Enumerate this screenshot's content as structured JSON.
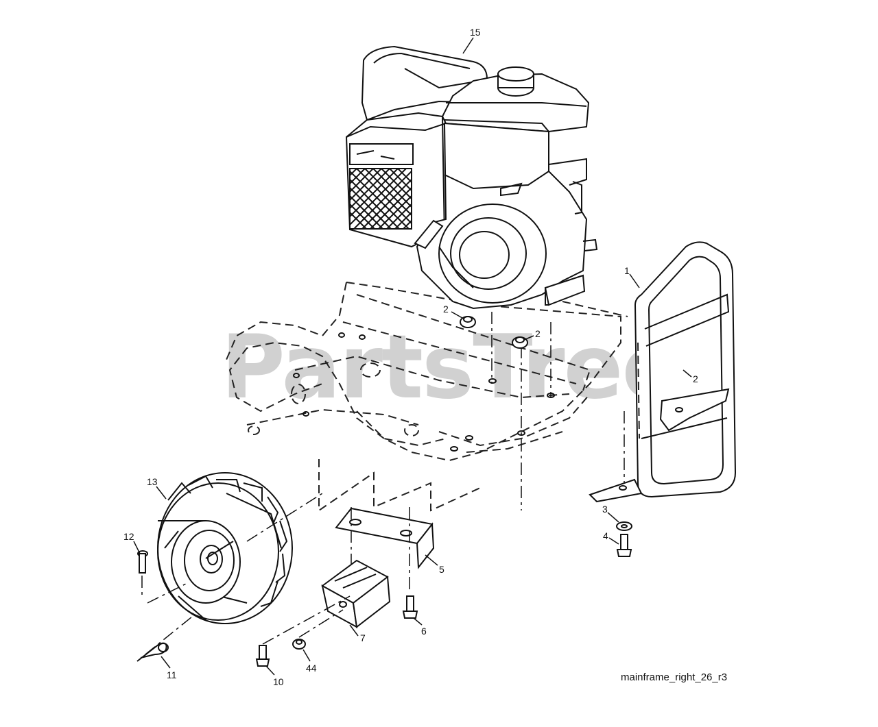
{
  "watermark": "PartsTree",
  "caption": "mainframe_right_26_r3",
  "callouts": {
    "c15": "15",
    "c1": "1",
    "c2a": "2",
    "c2b": "2",
    "c2c": "2",
    "c3": "3",
    "c4": "4",
    "c5": "5",
    "c6": "6",
    "c7": "7",
    "c10": "10",
    "c11": "11",
    "c12": "12",
    "c13": "13",
    "c44": "44"
  }
}
